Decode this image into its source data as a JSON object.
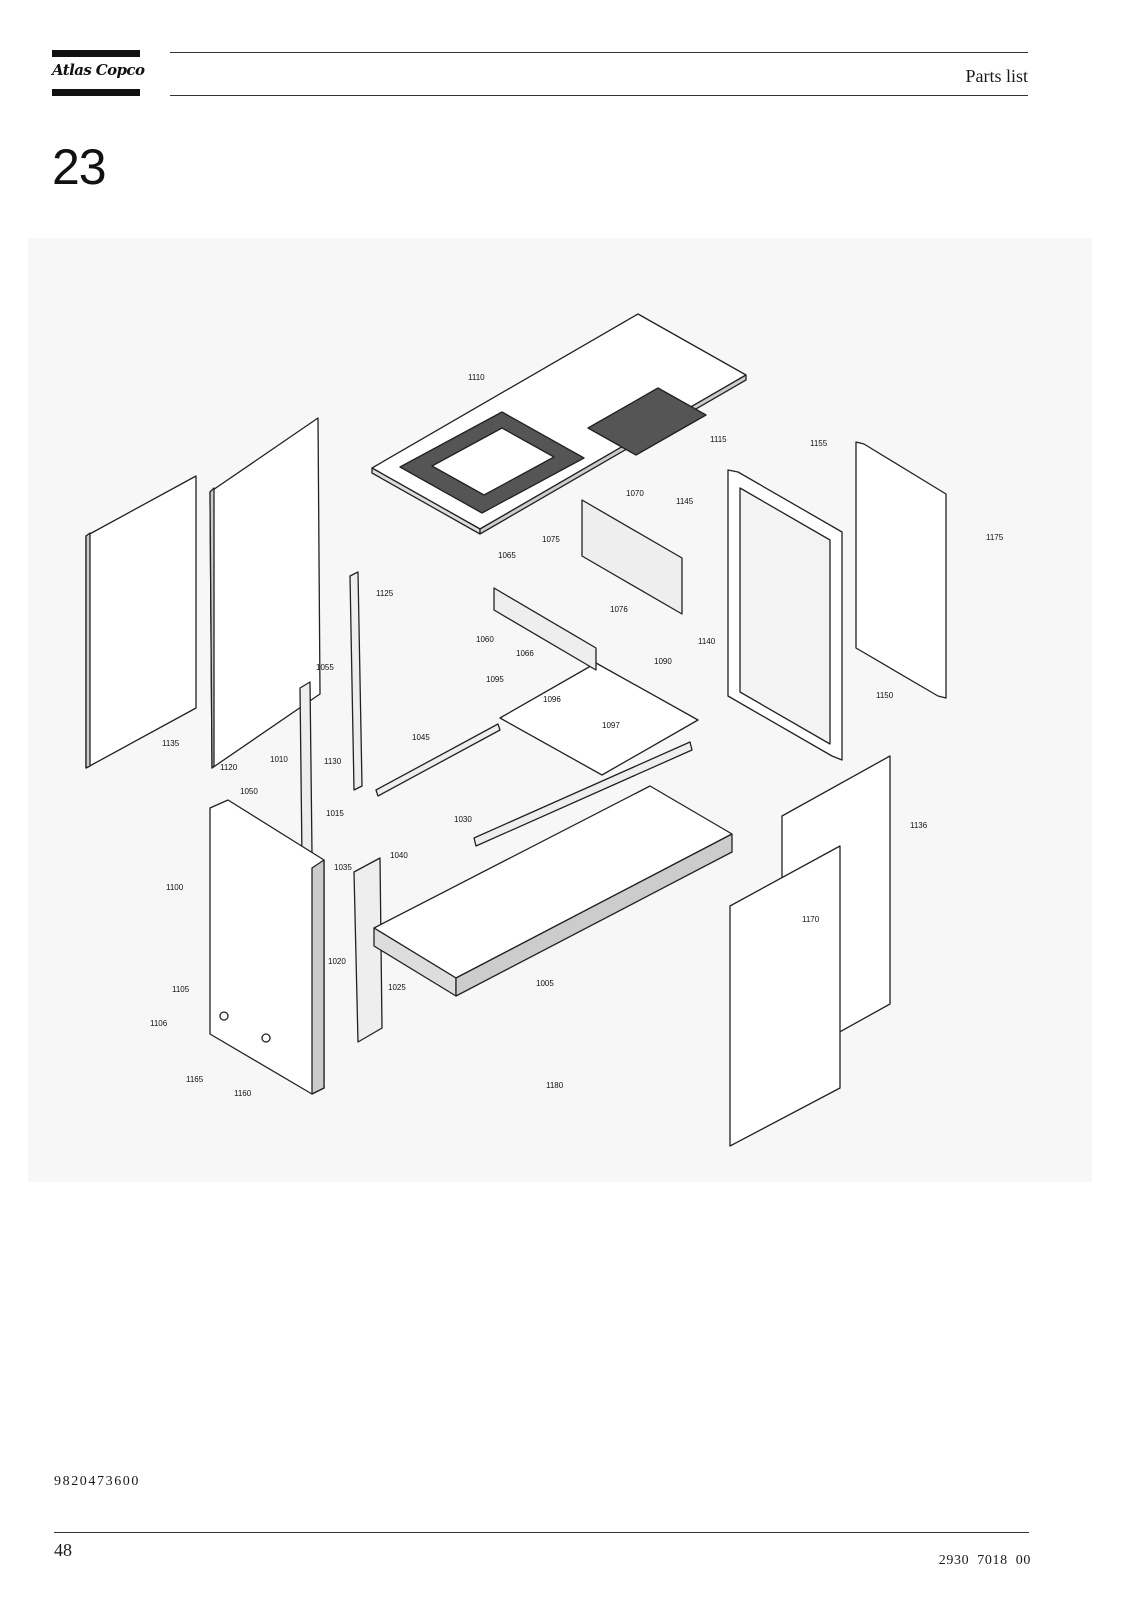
{
  "header": {
    "brand": "Atlas Copco",
    "title": "Parts list"
  },
  "section": {
    "number": "23"
  },
  "drawing": {
    "callouts": [
      {
        "label": "1110"
      },
      {
        "label": "1115"
      },
      {
        "label": "1155"
      },
      {
        "label": "1070"
      },
      {
        "label": "1145"
      },
      {
        "label": "1175"
      },
      {
        "label": "1075"
      },
      {
        "label": "1065"
      },
      {
        "label": "1125"
      },
      {
        "label": "1076"
      },
      {
        "label": "1060"
      },
      {
        "label": "1140"
      },
      {
        "label": "1066"
      },
      {
        "label": "1090"
      },
      {
        "label": "1055"
      },
      {
        "label": "1095"
      },
      {
        "label": "1096"
      },
      {
        "label": "1150"
      },
      {
        "label": "1097"
      },
      {
        "label": "1045"
      },
      {
        "label": "1135"
      },
      {
        "label": "1010"
      },
      {
        "label": "1130"
      },
      {
        "label": "1120"
      },
      {
        "label": "1050"
      },
      {
        "label": "1015"
      },
      {
        "label": "1030"
      },
      {
        "label": "1136"
      },
      {
        "label": "1040"
      },
      {
        "label": "1035"
      },
      {
        "label": "1100"
      },
      {
        "label": "1170"
      },
      {
        "label": "1020"
      },
      {
        "label": "1025"
      },
      {
        "label": "1005"
      },
      {
        "label": "1105"
      },
      {
        "label": "1106"
      },
      {
        "label": "1165"
      },
      {
        "label": "1160"
      },
      {
        "label": "1180"
      }
    ]
  },
  "footer": {
    "doc_number": "9820473600",
    "page_number": "48",
    "code": "2930 7018 00"
  }
}
